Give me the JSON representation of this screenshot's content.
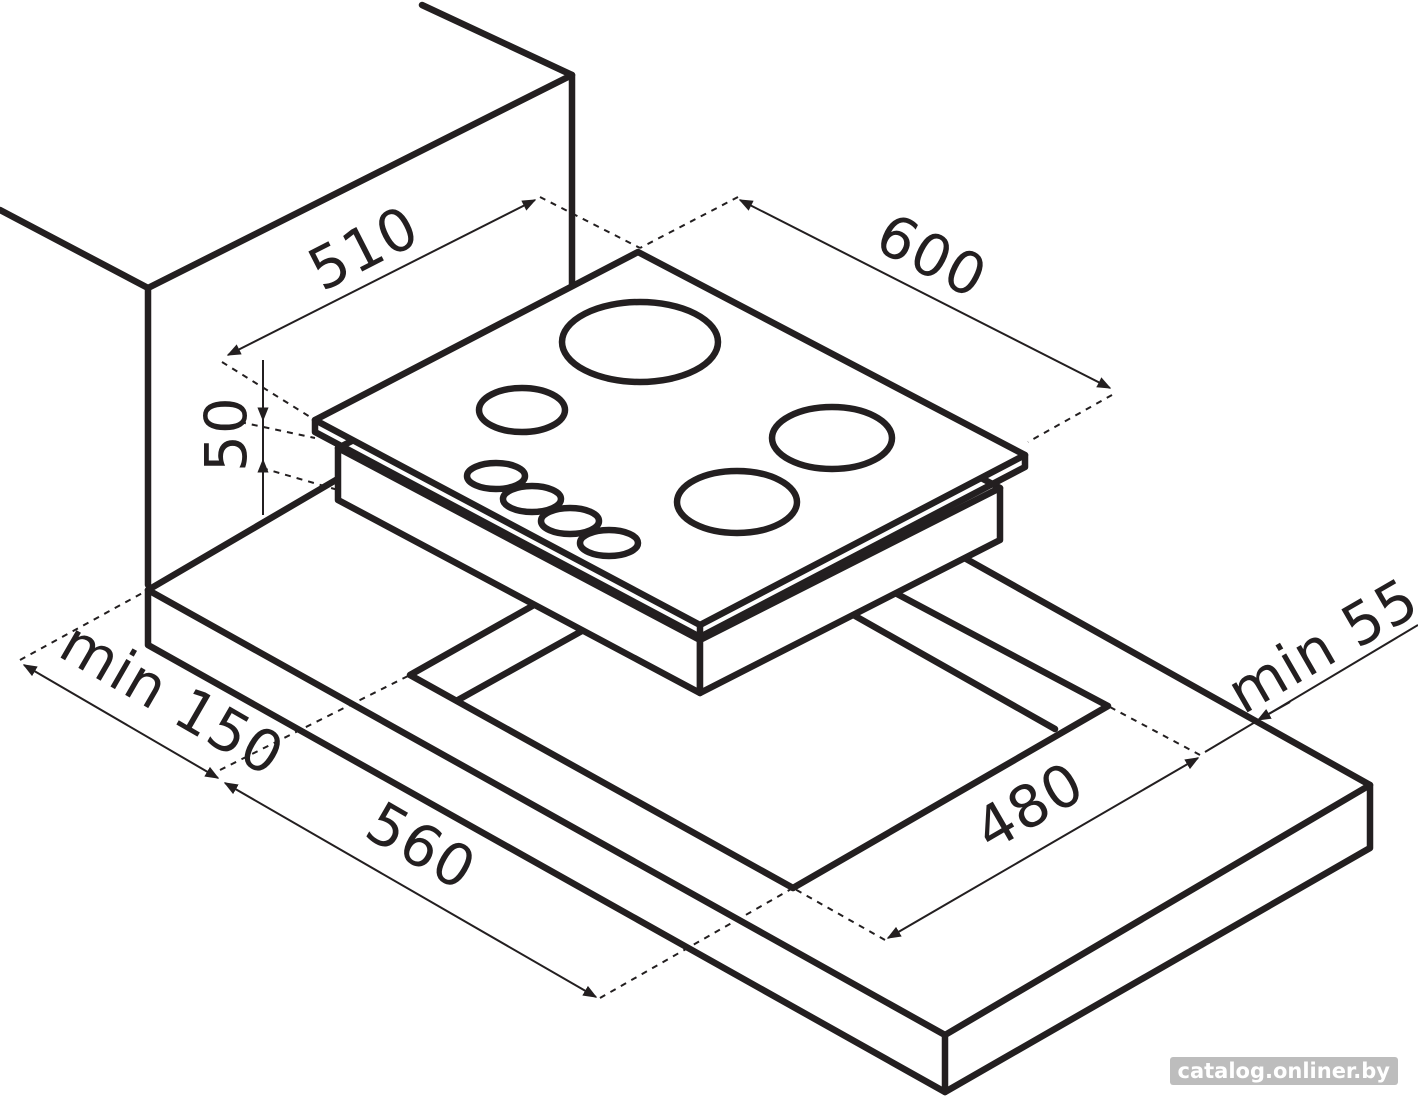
{
  "dimensions": {
    "hob_depth": "510",
    "hob_width": "600",
    "hob_height": "50",
    "cutout_width": "560",
    "cutout_depth": "480",
    "min_front": "min 150",
    "min_side": "min 55"
  },
  "watermark": "catalog.onliner.by",
  "colors": {
    "line": "#231f20",
    "background": "#ffffff"
  }
}
